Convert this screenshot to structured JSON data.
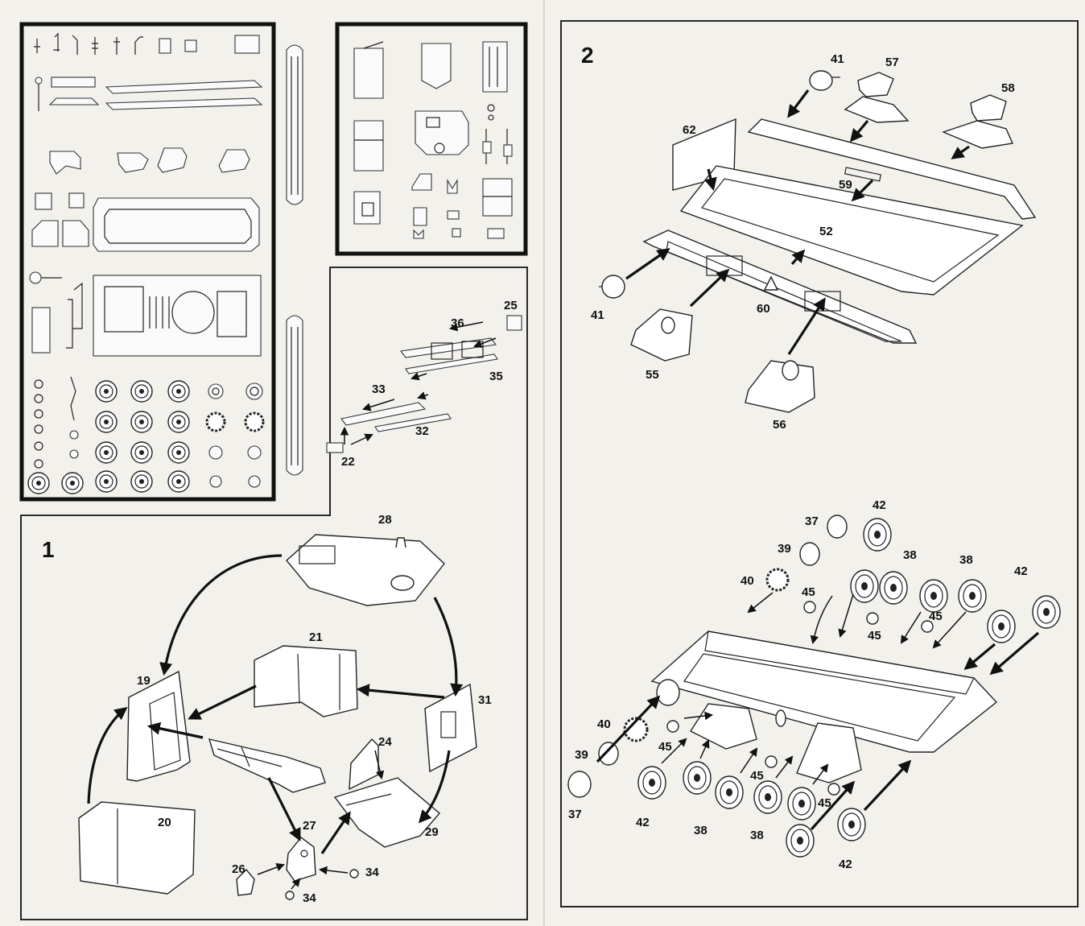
{
  "step1": {
    "number": "1",
    "labels": [
      "28",
      "21",
      "19",
      "31",
      "24",
      "20",
      "27",
      "29",
      "26",
      "34",
      "34",
      "25",
      "36",
      "35",
      "33",
      "32",
      "22"
    ]
  },
  "step2": {
    "number": "2",
    "labels": [
      "41",
      "57",
      "58",
      "62",
      "59",
      "52",
      "41",
      "60",
      "55",
      "56",
      "37",
      "42",
      "39",
      "38",
      "38",
      "42",
      "40",
      "45",
      "45",
      "45",
      "40",
      "45",
      "39",
      "45",
      "45",
      "37",
      "42",
      "38",
      "38",
      "42"
    ]
  }
}
